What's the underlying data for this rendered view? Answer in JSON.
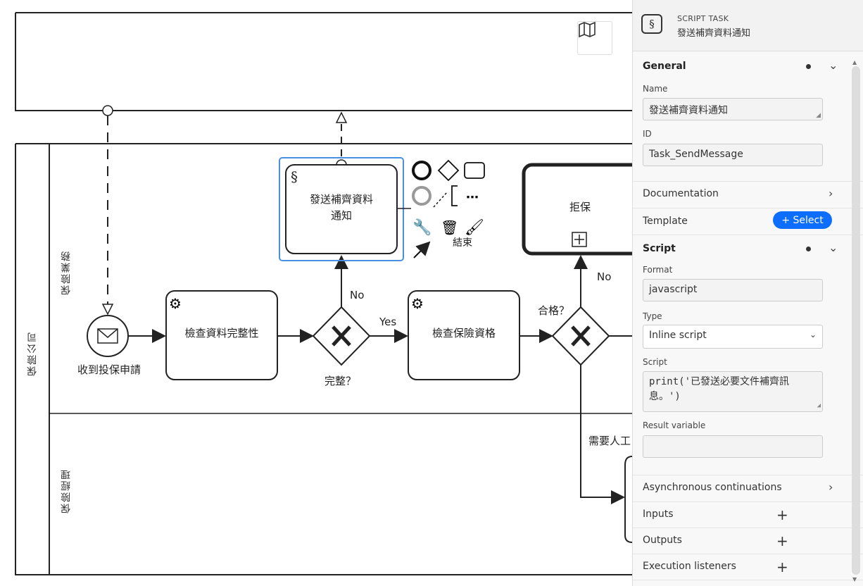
{
  "diagram": {
    "pool_label": "保險公司",
    "lane1_label": "保險業務",
    "lane2_label": "保險經理",
    "start_event_label": "收到投保申請",
    "task_check_docs": "檢查資料完整性",
    "gateway1_label": "完整？",
    "flow_no_1": "No",
    "flow_yes": "Yes",
    "task_send_line1": "發送補齊資料",
    "task_send_line2": "通知",
    "context_pad_label": "結束",
    "task_check_qual": "檢查保險資格",
    "gateway2_label": "合格？",
    "flow_no_2": "No",
    "subprocess_reject": "拒保",
    "flow_manual": "需要人工"
  },
  "panel": {
    "header": {
      "type": "SCRIPT TASK",
      "name": "發送補齊資料通知",
      "icon": "script-icon"
    },
    "general": {
      "title": "General",
      "name_label": "Name",
      "name_value": "發送補齊資料通知",
      "id_label": "ID",
      "id_value": "Task_SendMessage"
    },
    "documentation": "Documentation",
    "template": {
      "label": "Template",
      "button": "+ Select"
    },
    "script": {
      "title": "Script",
      "format_label": "Format",
      "format_value": "javascript",
      "type_label": "Type",
      "type_value": "Inline script",
      "script_label": "Script",
      "script_line1": "print('已發送必要文件補齊訊",
      "script_line2": "息。')",
      "result_label": "Result variable",
      "result_value": ""
    },
    "async": "Asynchronous continuations",
    "inputs": "Inputs",
    "outputs": "Outputs",
    "listeners": "Execution listeners"
  },
  "colors": {
    "selection": "#4a90e2",
    "accent": "#0d6efd"
  }
}
